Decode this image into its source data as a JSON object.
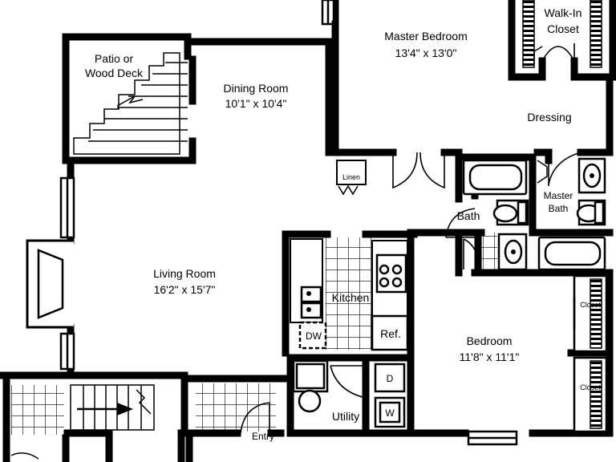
{
  "rooms": {
    "patio": {
      "name_line1": "Patio or",
      "name_line2": "Wood Deck"
    },
    "dining": {
      "name": "Dining Room",
      "dims": "10'1\" x 10'4\""
    },
    "master_bedroom": {
      "name": "Master Bedroom",
      "dims": "13'4\" x 13'0\""
    },
    "walk_in": {
      "name_line1": "Walk-In",
      "name_line2": "Closet"
    },
    "dressing": {
      "name": "Dressing"
    },
    "linen": {
      "name": "Linen"
    },
    "bath": {
      "name": "Bath"
    },
    "master_bath": {
      "name_line1": "Master",
      "name_line2": "Bath"
    },
    "living": {
      "name": "Living Room",
      "dims": "16'2\" x 15'7\""
    },
    "kitchen": {
      "name": "Kitchen"
    },
    "dw": {
      "name": "DW"
    },
    "ref": {
      "name": "Ref."
    },
    "bedroom": {
      "name": "Bedroom",
      "dims": "11'8\" x 11'1\""
    },
    "closet_1": {
      "name": "Closet"
    },
    "closet_2": {
      "name": "Closet"
    },
    "dryer": {
      "name": "D"
    },
    "washer": {
      "name": "W"
    },
    "utility": {
      "name": "Utility"
    },
    "entry": {
      "name": "Entry"
    }
  },
  "colors": {
    "wall": "#000000",
    "background": "#ffffff"
  }
}
